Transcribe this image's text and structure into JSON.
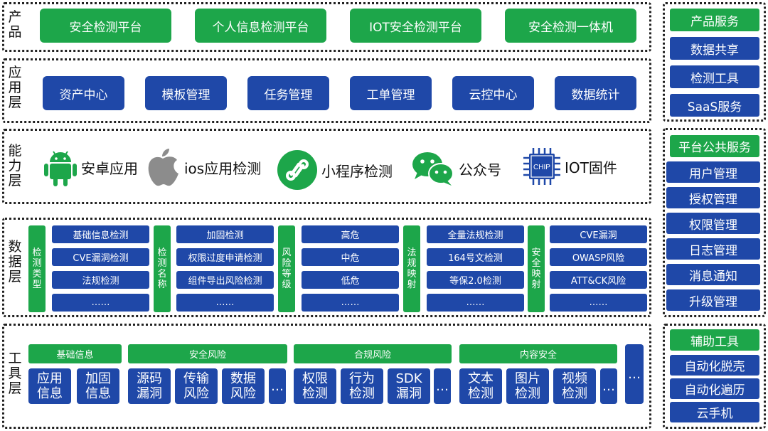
{
  "layers": {
    "product": {
      "title": "产品",
      "items": [
        "安全检测平台",
        "个人信息检测平台",
        "IOT安全检测平台",
        "安全检测一体机"
      ]
    },
    "application": {
      "title": "应用层",
      "items": [
        "资产中心",
        "模板管理",
        "任务管理",
        "工单管理",
        "云控中心",
        "数据统计"
      ]
    },
    "capability": {
      "title": "能力层",
      "items": [
        {
          "label": "安卓应用",
          "icon": "android-icon"
        },
        {
          "label": "ios应用检测",
          "icon": "apple-icon"
        },
        {
          "label": "小程序检测",
          "icon": "mini-program-icon"
        },
        {
          "label": "公众号",
          "icon": "wechat-icon"
        },
        {
          "label": "IOT固件",
          "icon": "chip-icon",
          "icon_text": "CHIP"
        }
      ]
    },
    "data": {
      "title": "数据层",
      "groups": [
        {
          "tab": "检测类型",
          "items": [
            "基础信息检测",
            "CVE漏洞检测",
            "法规检测",
            "……"
          ]
        },
        {
          "tab": "检测名称",
          "items": [
            "加固检测",
            "权限过度申请检测",
            "组件导出风险检测",
            "……"
          ]
        },
        {
          "tab": "风险等级",
          "items": [
            "高危",
            "中危",
            "低危",
            "……"
          ]
        },
        {
          "tab": "法规映射",
          "items": [
            "全量法规检测",
            "164号文检测",
            "等保2.0检测",
            "……"
          ]
        },
        {
          "tab": "安全映射",
          "items": [
            "CVE漏洞",
            "OWASP风险",
            "ATT&CK风险",
            "……"
          ]
        }
      ]
    },
    "tool": {
      "title": "工具层",
      "groups": [
        {
          "head": "基础信息",
          "items": [
            "应用\n信息",
            "加固\n信息"
          ]
        },
        {
          "head": "安全风险",
          "items": [
            "源码\n漏洞",
            "传输\n风险",
            "数据\n风险",
            "…"
          ]
        },
        {
          "head": "合规风险",
          "items": [
            "权限\n检测",
            "行为\n检测",
            "SDK\n漏洞",
            "…"
          ]
        },
        {
          "head": "内容安全",
          "items": [
            "文本\n检测",
            "图片\n检测",
            "视频\n检测",
            "…"
          ]
        }
      ],
      "extra": "…"
    }
  },
  "sidebar": [
    {
      "head": "产品服务",
      "items": [
        "数据共享",
        "检测工具",
        "SaaS服务"
      ]
    },
    {
      "head": "平台公共服务",
      "items": [
        "用户管理",
        "授权管理",
        "权限管理",
        "日志管理",
        "消息通知",
        "升级管理"
      ]
    },
    {
      "head": "辅助工具",
      "items": [
        "自动化脱壳",
        "自动化遍历",
        "云手机"
      ]
    }
  ],
  "colors": {
    "green": "#1da64a",
    "blue": "#1f48a8"
  }
}
